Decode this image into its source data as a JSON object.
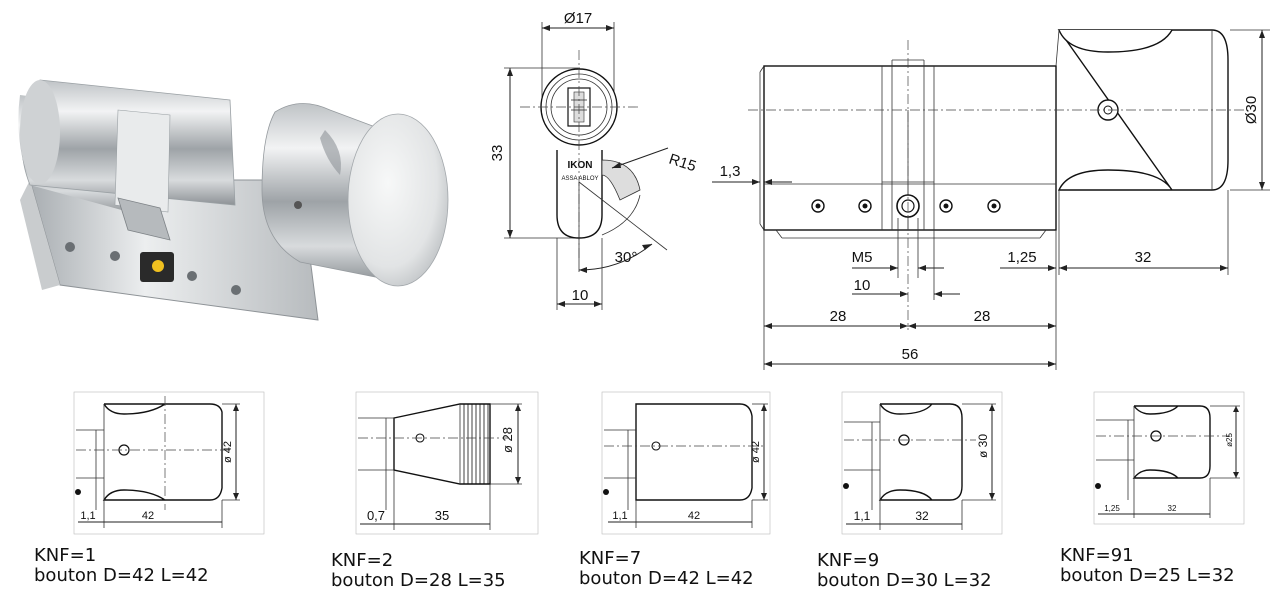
{
  "front_view": {
    "dia_label": "Ø17",
    "height_label": "33",
    "radius_label": "R15",
    "angle_label": "30°",
    "width_label": "10",
    "brand_text": "IKON",
    "sub_brand_text": "ASSA ABLOY"
  },
  "side_view": {
    "offset_label": "1,3",
    "knob_dia_label": "Ø30",
    "screw_label": "M5",
    "cam_label": "10",
    "gap_label": "1,25",
    "knob_len_label": "32",
    "left_half_label": "28",
    "right_half_label": "28",
    "total_label": "56"
  },
  "variants": [
    {
      "gap": "1,1",
      "len": "42",
      "dia": "ø 42",
      "code": "KNF=1",
      "desc": "bouton D=42 L=42"
    },
    {
      "gap": "0,7",
      "len": "35",
      "dia": "ø 28",
      "code": "KNF=2",
      "desc": "bouton D=28 L=35"
    },
    {
      "gap": "1,1",
      "len": "42",
      "dia": "ø 42",
      "code": "KNF=7",
      "desc": "bouton D=42 L=42"
    },
    {
      "gap": "1,1",
      "len": "32",
      "dia": "ø 30",
      "code": "KNF=9",
      "desc": "bouton D=30 L=32"
    },
    {
      "gap": "1,25",
      "len": "32",
      "dia": "ø25",
      "code": "KNF=91",
      "desc": "bouton D=25 L=32"
    }
  ]
}
